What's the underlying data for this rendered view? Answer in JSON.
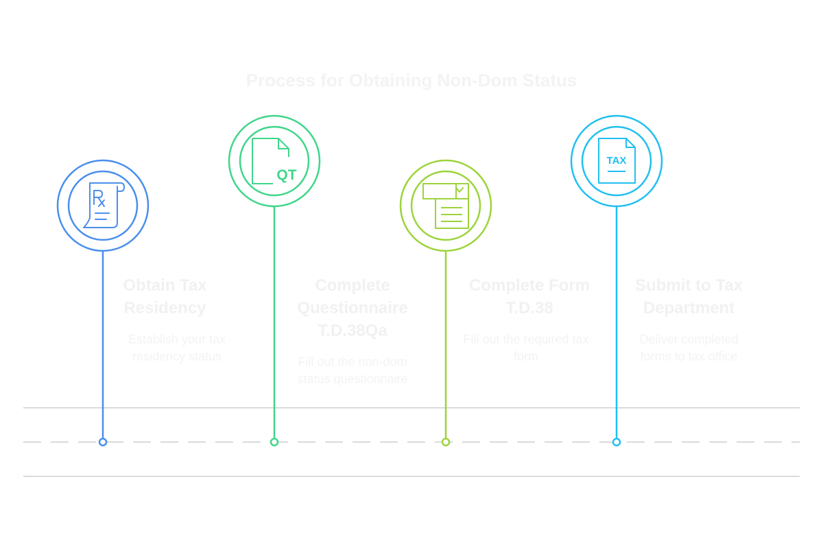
{
  "diagram": {
    "title": "Process for Obtaining Non-Dom Status",
    "steps": [
      {
        "title": "Obtain Tax Residency",
        "description": "Establish your tax residency status",
        "icon": "prescription-icon",
        "color": "#4A8EEB"
      },
      {
        "title": "Complete Questionnaire T.D.38Qa",
        "description": "Fill out the non-dom status questionnaire",
        "icon": "questionnaire-document-icon",
        "icon_text": "QT",
        "color": "#3ED68A"
      },
      {
        "title": "Complete Form T.D.38",
        "description": "Fill out the required tax form",
        "icon": "form-document-icon",
        "color": "#9BD43A"
      },
      {
        "title": "Submit to Tax Department",
        "description": "Deliver completed forms to tax office",
        "icon": "tax-document-icon",
        "icon_text": "TAX",
        "color": "#20BFF0"
      }
    ],
    "timeline_color": "#DADADA"
  }
}
